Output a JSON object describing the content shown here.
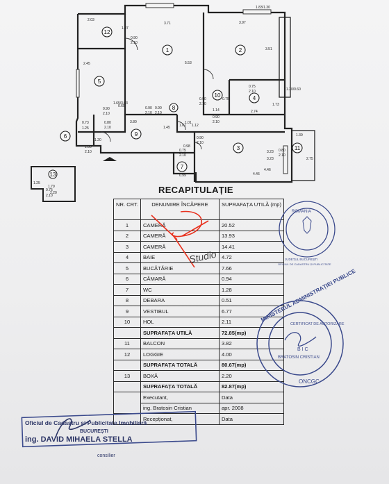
{
  "plan": {
    "rooms": [
      {
        "num": "1"
      },
      {
        "num": "2"
      },
      {
        "num": "3"
      },
      {
        "num": "4"
      },
      {
        "num": "5"
      },
      {
        "num": "6"
      },
      {
        "num": "7"
      },
      {
        "num": "8"
      },
      {
        "num": "9"
      },
      {
        "num": "10"
      },
      {
        "num": "11"
      },
      {
        "num": "12"
      },
      {
        "num": "13"
      }
    ],
    "dims": [
      "2.03",
      "1.07",
      "3.71",
      "3.97",
      "1.83/1.30",
      "0.90",
      "2.10",
      "5.53",
      "3.51",
      "2.45",
      "0.90",
      "2.10",
      "0.65",
      "1.65/3.03",
      "0.75",
      "2.10",
      "1.73",
      "0.75",
      "0.80",
      "2.10",
      "0.90",
      "2.10",
      "0.90",
      "2.10",
      "1.14",
      "2.74",
      "1.20/0.60",
      "0.73",
      "1.25",
      "3.80",
      "1.45",
      "1.01",
      "1.01",
      "1.12",
      "0.90",
      "2.10",
      "0.90",
      "2.10",
      "0.75",
      "2.10",
      "1.00",
      "2.10",
      "0.90",
      "2.10",
      "0.98",
      "0.99",
      "3.23",
      "4.46",
      "1.39",
      "2.75",
      "0.80",
      "2.10",
      "1.20",
      "3.23",
      "1.79",
      "1.25",
      "2.20",
      "0.75",
      "2.10",
      "4.46"
    ]
  },
  "document": {
    "title": "RECAPITULAȚIE",
    "headers": [
      "NR. CRT.",
      "DENUMIRE ÎNCĂPERE",
      "SUPRAFAȚA UTILĂ (mp)"
    ],
    "rows": [
      [
        "1",
        "CAMERĂ",
        "20.52"
      ],
      [
        "2",
        "CAMERĂ",
        "13.93"
      ],
      [
        "3",
        "CAMERĂ",
        "14.41"
      ],
      [
        "4",
        "BAIE",
        "4.72"
      ],
      [
        "5",
        "BUCĂTĂRIE",
        "7.66"
      ],
      [
        "6",
        "CĂMARĂ",
        "0.94"
      ],
      [
        "7",
        "WC",
        "1.28"
      ],
      [
        "8",
        "DEBARA",
        "0.51"
      ],
      [
        "9",
        "VESTIBUL",
        "6.77"
      ],
      [
        "10",
        "HOL",
        "2.11"
      ]
    ],
    "total_util_label": "SUPRAFAȚA UTILĂ",
    "total_util_value": "72.85(mp)",
    "rows2": [
      [
        "11",
        "BALCON",
        "3.82"
      ],
      [
        "12",
        "LOGGIE",
        "4.00"
      ]
    ],
    "total_label": "SUPRAFAȚA TOTALĂ",
    "total_value": "80.67(mp)",
    "row13": [
      "13",
      "BOXĂ",
      "2.20"
    ],
    "total2_label": "SUPRAFAȚA TOTALĂ",
    "total2_value": "82.87(mp)",
    "executant_label": "Executant,",
    "executant_name": "ing. Bratosin Cristian",
    "data_label": "Data",
    "date": "apr. 2008",
    "receptionat_label": "Recepționat,",
    "data_label2": "Data"
  },
  "stamps": {
    "romania_round": [
      "ROMANIA",
      "JUDEȚUL BUCUREȘTI",
      "OFICIUL DE CADASTRU ȘI PUBLICITATE"
    ],
    "ministry": [
      "MINISTERUL ADMINISTRAȚIEI PUBLICE",
      "CERTIFICAT DE AUTORIZARE",
      "B I C",
      "BRATOSIN CRISTIAN",
      "ONCGC"
    ],
    "bottom_left": [
      "Oficiul de Cadastru și Publicitate Imobiliară",
      "BUCUREȘTI",
      "ing. DAVID MIHAELA STELLA",
      "consilier"
    ],
    "watermark": "Studio",
    "ink_color": "#3b4a8c",
    "red_mark": "#e8321f"
  }
}
